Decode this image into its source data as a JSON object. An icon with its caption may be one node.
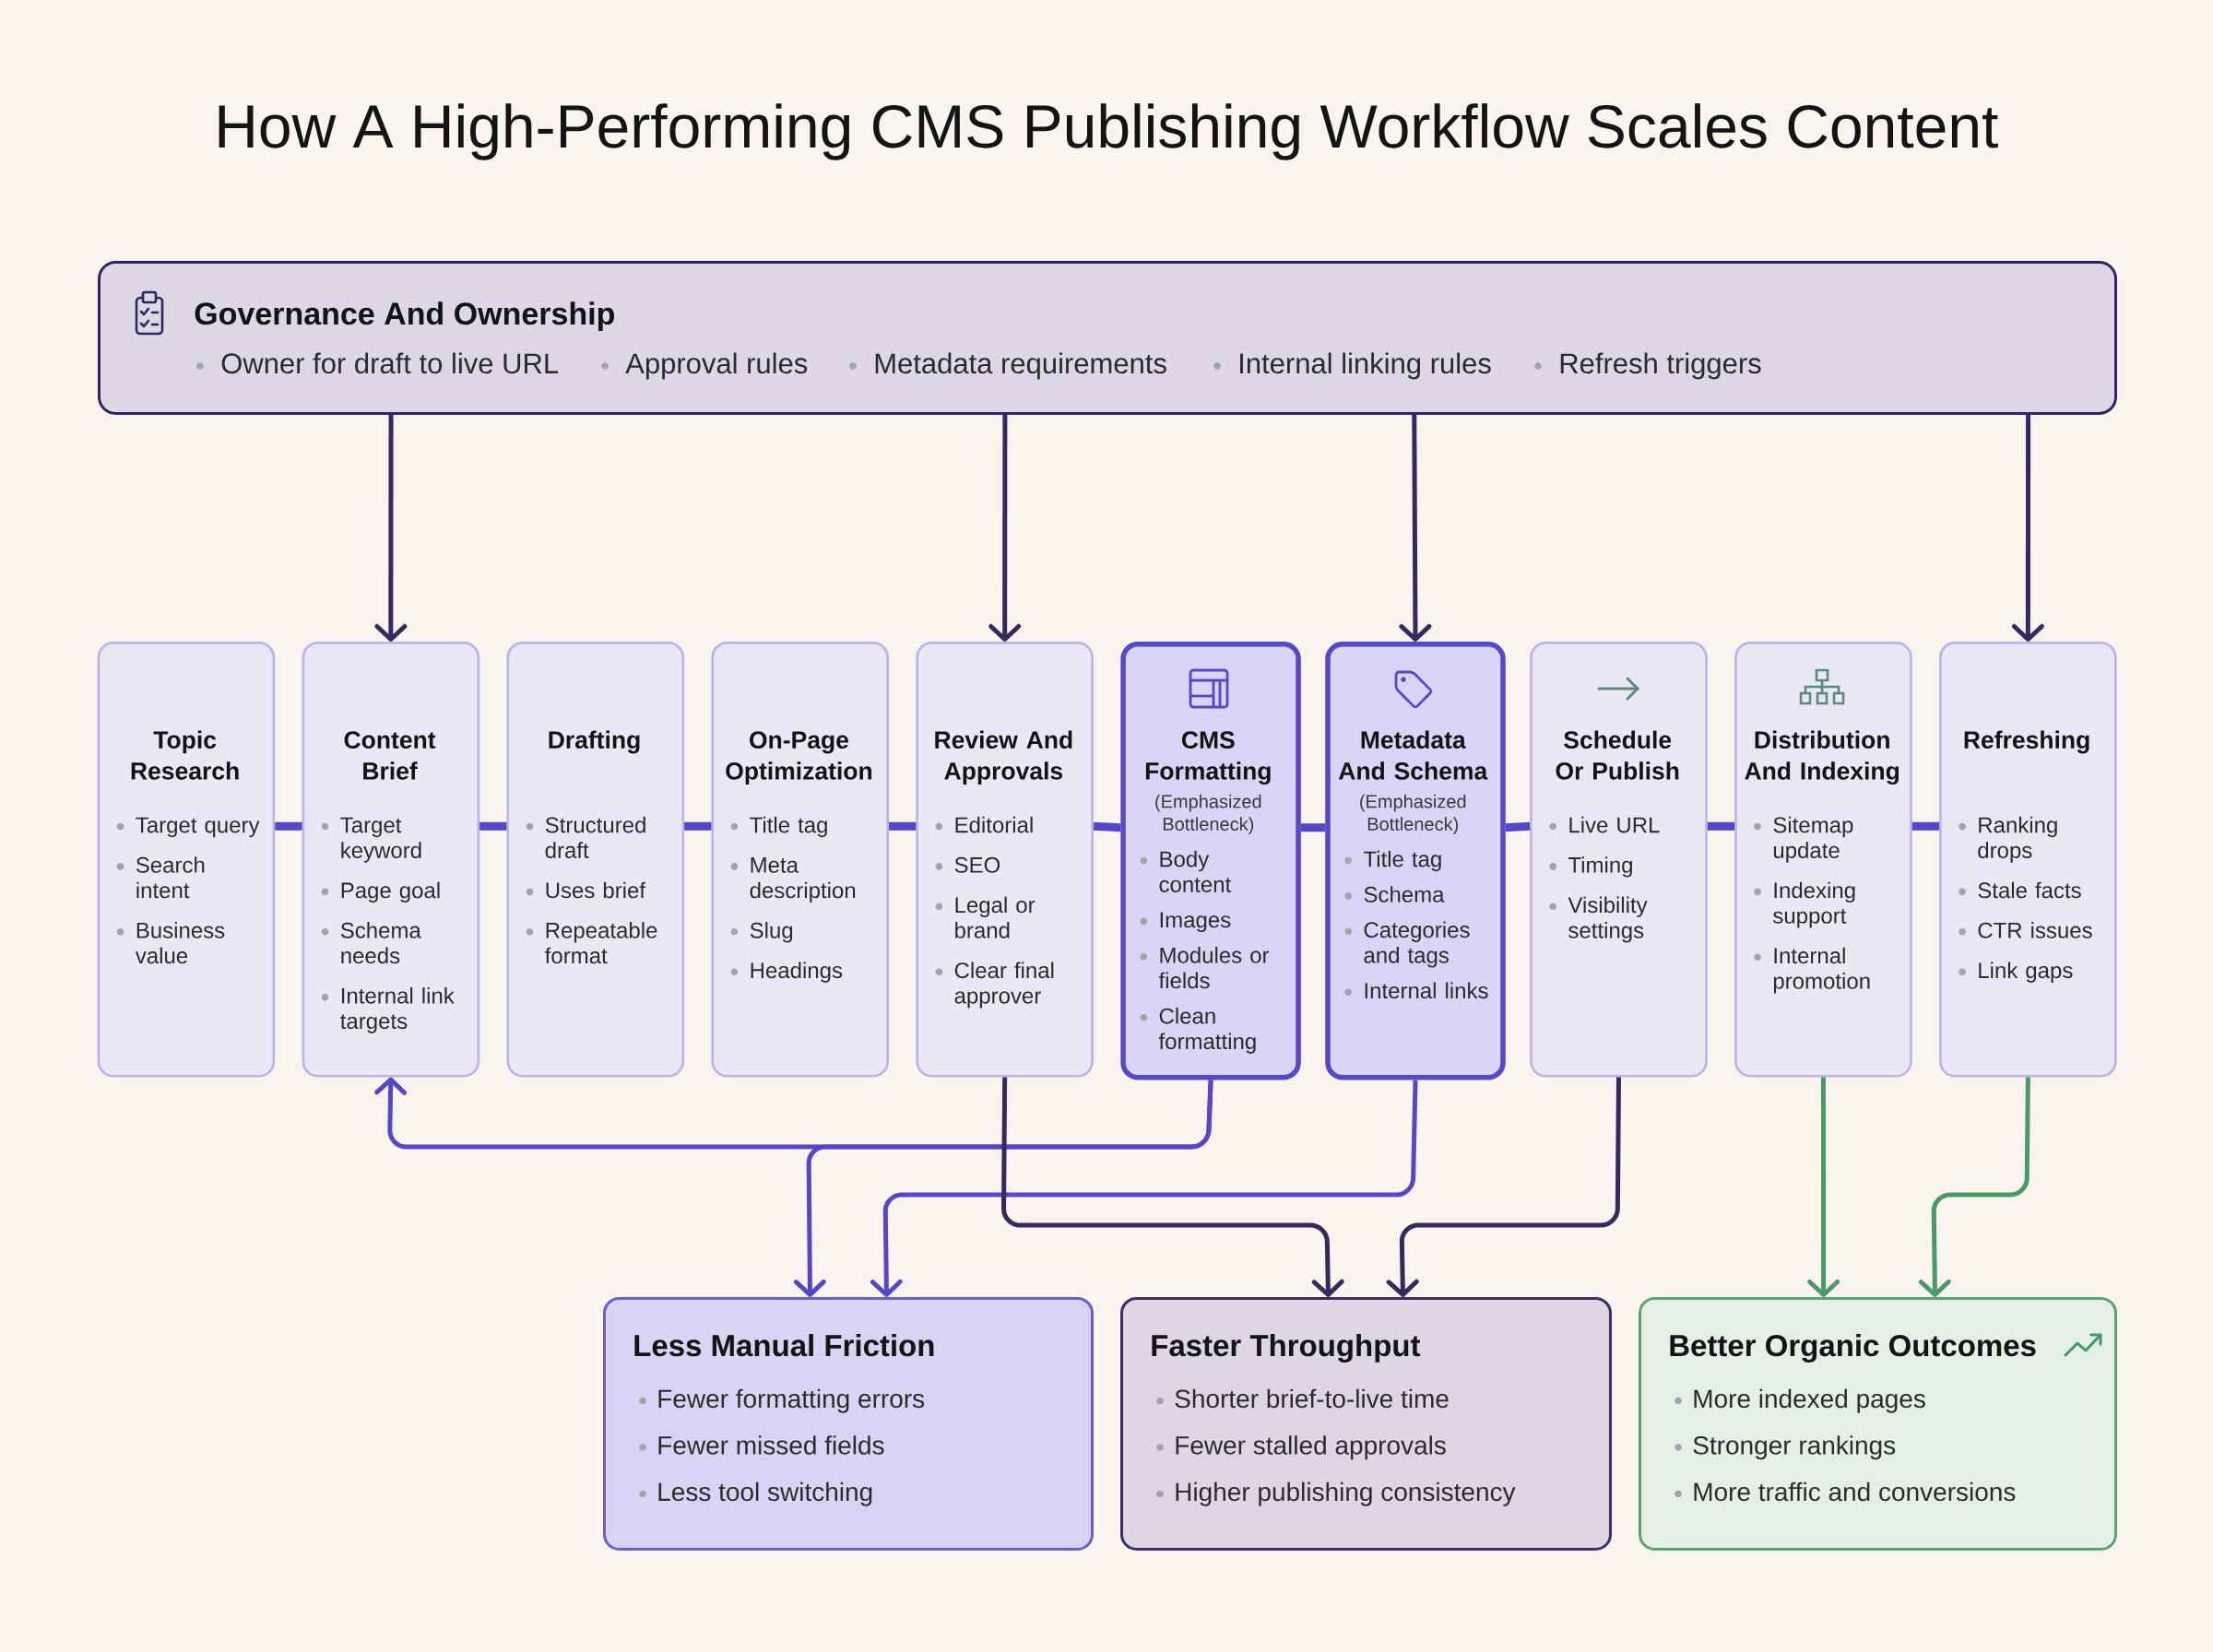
{
  "diagram": {
    "title": "How A High-Performing CMS Publishing Workflow Scales Content",
    "nodes": [
      {
        "text": [
          "Governance And Ownership",
          "Owner for draft to live URL",
          "Approval rules",
          "Metadata requirements",
          "Internal linking rules",
          "Refresh triggers"
        ]
      },
      {
        "text": [
          "Topic Research",
          "Target query",
          "Search intent",
          "Business value"
        ]
      },
      {
        "text": [
          "Content Brief",
          "Target keyword",
          "Page goal",
          "Schema needs",
          "Internal link targets"
        ]
      },
      {
        "text": [
          "Drafting",
          "Structured draft",
          "Uses brief",
          "Repeatable format"
        ]
      },
      {
        "text": [
          "On-Page Optimization",
          "Title tag",
          "Meta description",
          "Slug",
          "Headings"
        ]
      },
      {
        "text": [
          "Review And Approvals",
          "Editorial",
          "SEO",
          "Legal or brand",
          "Clear final approver"
        ]
      },
      {
        "text": [
          "CMS Formatting",
          "(Emphasized Bottleneck)",
          "Body content",
          "Images",
          "Modules or fields",
          "Clean formatting"
        ]
      },
      {
        "text": [
          "Metadata And Schema",
          "(Emphasized Bottleneck)",
          "Title tag",
          "Schema",
          "Categories and tags",
          "Internal links"
        ]
      },
      {
        "text": [
          "Schedule Or Publish",
          "Live URL",
          "Timing",
          "Visibility settings"
        ]
      },
      {
        "text": [
          "Distribution And Indexing",
          "Sitemap update",
          "Indexing support",
          "Internal promotion"
        ]
      },
      {
        "text": [
          "Refreshing",
          "Ranking drops",
          "Stale facts",
          "CTR issues",
          "Link gaps"
        ]
      },
      {
        "text": [
          "Less Manual Friction",
          "Fewer formatting errors",
          "Fewer missed fields",
          "Less tool switching"
        ]
      },
      {
        "text": [
          "Faster Throughput",
          "Shorter brief-to-live time",
          "Fewer stalled approvals",
          "Higher publishing consistency"
        ]
      },
      {
        "text": [
          "Better Organic Outcomes",
          "More indexed pages",
          "Stronger rankings",
          "More traffic and conversions"
        ]
      }
    ],
    "edges": [
      {
        "from": 1,
        "to": 2,
        "arrow": "none",
        "style": "thick"
      },
      {
        "from": 2,
        "to": 3,
        "arrow": "none",
        "style": "thick"
      },
      {
        "from": 3,
        "to": 4,
        "arrow": "none",
        "style": "thick"
      },
      {
        "from": 4,
        "to": 5,
        "arrow": "none",
        "style": "thick"
      },
      {
        "from": 5,
        "to": 6,
        "arrow": "none",
        "style": "thick"
      },
      {
        "from": 6,
        "to": 7,
        "arrow": "none",
        "style": "thick"
      },
      {
        "from": 7,
        "to": 8,
        "arrow": "none",
        "style": "thick"
      },
      {
        "from": 8,
        "to": 9,
        "arrow": "none",
        "style": "thick"
      },
      {
        "from": 9,
        "to": 10,
        "arrow": "none",
        "style": "thick"
      },
      {
        "from": 0,
        "to": 2,
        "arrow": "to",
        "color": "#35295f"
      },
      {
        "from": 0,
        "to": 5,
        "arrow": "to",
        "color": "#35295f"
      },
      {
        "from": 0,
        "to": 7,
        "arrow": "to",
        "color": "#35295f"
      },
      {
        "from": 0,
        "to": 10,
        "arrow": "to",
        "color": "#35295f"
      },
      {
        "from": 6,
        "to": 2,
        "arrow": "to"
      },
      {
        "from": 6,
        "to": 11,
        "arrow": "to"
      },
      {
        "from": 7,
        "to": 11,
        "arrow": "to"
      },
      {
        "from": 5,
        "to": 12,
        "arrow": "to",
        "color": "#35295f"
      },
      {
        "from": 8,
        "to": 12,
        "arrow": "to",
        "color": "#35295f"
      },
      {
        "from": 9,
        "to": 13,
        "arrow": "to",
        "color": "#4a9a68"
      },
      {
        "from": 10,
        "to": 13,
        "arrow": "to",
        "color": "#4a9a68"
      }
    ]
  }
}
